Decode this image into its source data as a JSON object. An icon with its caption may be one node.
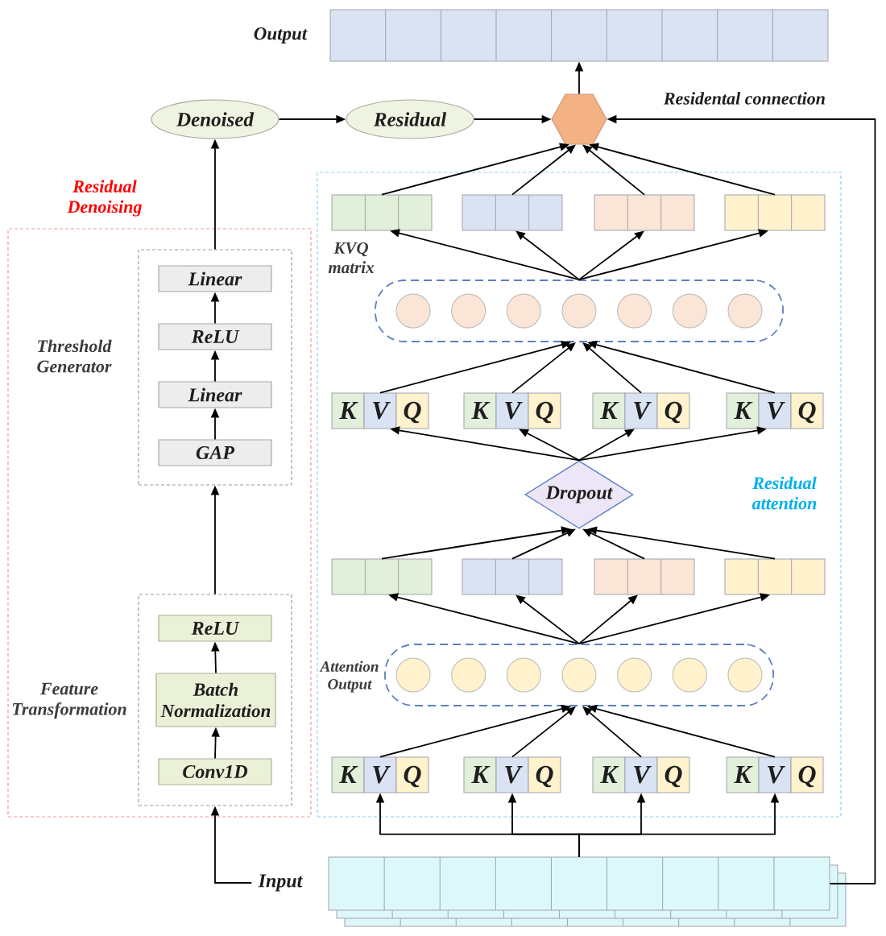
{
  "diagram": {
    "nodes": [
      {
        "text": [
          "Output"
        ]
      },
      {
        "text": [
          "Denoised"
        ]
      },
      {
        "text": [
          "Residual"
        ]
      },
      {
        "text": [],
        "shape": "hexagon"
      },
      {
        "text": [
          "Residual Denoising"
        ]
      },
      {
        "text": [
          "Threshold Generator"
        ],
        "in": 4
      },
      {
        "text": [
          "Linear"
        ],
        "in": 5
      },
      {
        "text": [
          "ReLU"
        ],
        "in": 5
      },
      {
        "text": [
          "Linear"
        ],
        "in": 5
      },
      {
        "text": [
          "GAP"
        ],
        "in": 5
      },
      {
        "text": [
          "Feature Transformation"
        ],
        "in": 4
      },
      {
        "text": [
          "ReLU"
        ],
        "in": 10
      },
      {
        "text": [
          "Batch Normalization"
        ],
        "in": 10
      },
      {
        "text": [
          "Conv1D"
        ],
        "in": 10
      },
      {
        "text": [
          "Residual attention"
        ]
      },
      {
        "text": [],
        "shape": "bar",
        "in": 14
      },
      {
        "text": [],
        "shape": "bar",
        "in": 14
      },
      {
        "text": [],
        "shape": "bar",
        "in": 14
      },
      {
        "text": [],
        "shape": "bar",
        "in": 14
      },
      {
        "text": [],
        "shape": "box",
        "in": 14
      },
      {
        "text": [
          "K",
          "V",
          "Q"
        ],
        "in": 14
      },
      {
        "text": [
          "K",
          "V",
          "Q"
        ],
        "in": 14
      },
      {
        "text": [
          "K",
          "V",
          "Q"
        ],
        "in": 14
      },
      {
        "text": [
          "K",
          "V",
          "Q"
        ],
        "in": 14
      },
      {
        "text": [
          "Dropout"
        ],
        "in": 14
      },
      {
        "text": [],
        "shape": "bar",
        "in": 14
      },
      {
        "text": [],
        "shape": "bar",
        "in": 14
      },
      {
        "text": [],
        "shape": "bar",
        "in": 14
      },
      {
        "text": [],
        "shape": "bar",
        "in": 14
      },
      {
        "text": [],
        "shape": "box",
        "in": 14
      },
      {
        "text": [
          "K",
          "V",
          "Q"
        ],
        "in": 14
      },
      {
        "text": [
          "K",
          "V",
          "Q"
        ],
        "in": 14
      },
      {
        "text": [
          "K",
          "V",
          "Q"
        ],
        "in": 14
      },
      {
        "text": [
          "K",
          "V",
          "Q"
        ],
        "in": 14
      },
      {
        "text": [
          "Input"
        ]
      },
      {
        "text": [],
        "shape": "bar"
      }
    ],
    "edges": [
      {
        "from": 3,
        "to": 0,
        "arrow": "to"
      },
      {
        "from": 1,
        "to": 2,
        "arrow": "to"
      },
      {
        "from": 2,
        "to": 3,
        "arrow": "to"
      },
      {
        "from": 35,
        "to": 3,
        "arrow": "to",
        "label": "Residental connection"
      },
      {
        "from": 5,
        "to": 1,
        "arrow": "to"
      },
      {
        "from": 9,
        "to": 8,
        "arrow": "to"
      },
      {
        "from": 8,
        "to": 7,
        "arrow": "to"
      },
      {
        "from": 7,
        "to": 6,
        "arrow": "to"
      },
      {
        "from": 10,
        "to": 5,
        "arrow": "to"
      },
      {
        "from": 13,
        "to": 12,
        "arrow": "to"
      },
      {
        "from": 12,
        "to": 11,
        "arrow": "to"
      },
      {
        "from": 34,
        "to": 10,
        "arrow": "to"
      },
      {
        "from": 15,
        "to": 3,
        "arrow": "to"
      },
      {
        "from": 16,
        "to": 3,
        "arrow": "to"
      },
      {
        "from": 17,
        "to": 3,
        "arrow": "to"
      },
      {
        "from": 18,
        "to": 3,
        "arrow": "to"
      },
      {
        "from": 19,
        "to": 15,
        "arrow": "to"
      },
      {
        "from": 19,
        "to": 16,
        "arrow": "to"
      },
      {
        "from": 19,
        "to": 17,
        "arrow": "to"
      },
      {
        "from": 19,
        "to": 18,
        "arrow": "to"
      },
      {
        "from": 20,
        "to": 19,
        "arrow": "to"
      },
      {
        "from": 21,
        "to": 19,
        "arrow": "to"
      },
      {
        "from": 22,
        "to": 19,
        "arrow": "to"
      },
      {
        "from": 23,
        "to": 19,
        "arrow": "to"
      },
      {
        "from": 24,
        "to": 20,
        "arrow": "to"
      },
      {
        "from": 24,
        "to": 21,
        "arrow": "to"
      },
      {
        "from": 24,
        "to": 22,
        "arrow": "to"
      },
      {
        "from": 24,
        "to": 23,
        "arrow": "to"
      },
      {
        "from": 25,
        "to": 24,
        "arrow": "to"
      },
      {
        "from": 26,
        "to": 24,
        "arrow": "to"
      },
      {
        "from": 27,
        "to": 24,
        "arrow": "to"
      },
      {
        "from": 28,
        "to": 24,
        "arrow": "to"
      },
      {
        "from": 29,
        "to": 25,
        "arrow": "to"
      },
      {
        "from": 29,
        "to": 26,
        "arrow": "to"
      },
      {
        "from": 29,
        "to": 27,
        "arrow": "to"
      },
      {
        "from": 29,
        "to": 28,
        "arrow": "to"
      },
      {
        "from": 30,
        "to": 29,
        "arrow": "to"
      },
      {
        "from": 31,
        "to": 29,
        "arrow": "to"
      },
      {
        "from": 32,
        "to": 29,
        "arrow": "to"
      },
      {
        "from": 33,
        "to": 29,
        "arrow": "to"
      },
      {
        "from": 35,
        "to": 30,
        "arrow": "to"
      },
      {
        "from": 35,
        "to": 31,
        "arrow": "to"
      },
      {
        "from": 35,
        "to": 32,
        "arrow": "to"
      },
      {
        "from": 35,
        "to": 33,
        "arrow": "to"
      }
    ],
    "labels": [
      "KVQ matrix",
      "Attention Output"
    ]
  }
}
